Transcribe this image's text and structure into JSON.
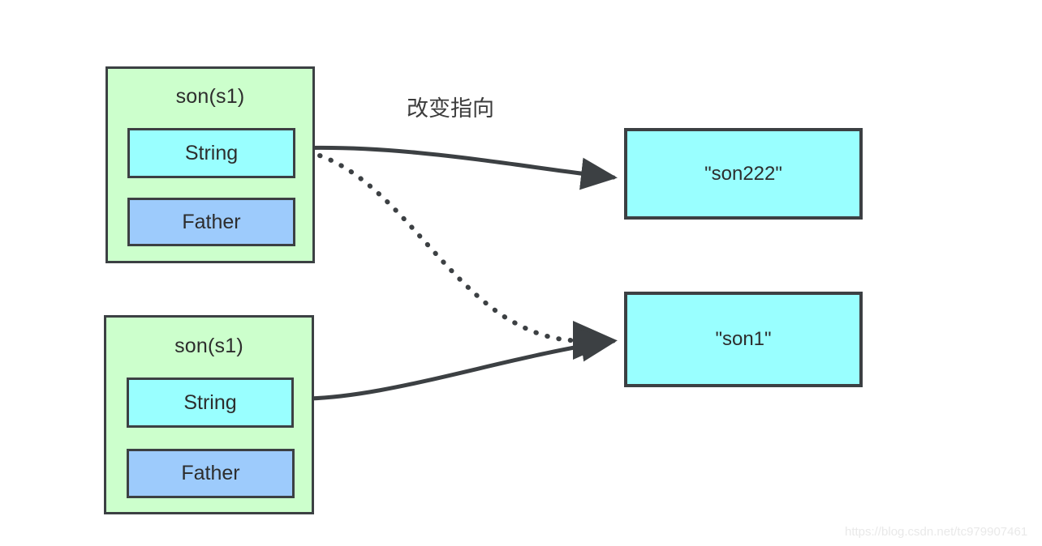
{
  "diagram": {
    "annotation": "改变指向",
    "watermark": "https://blog.csdn.net/tc979907461",
    "colors": {
      "object_fill": "#ccffcc",
      "string_fill": "#99ffff",
      "father_fill": "#9dcbfc",
      "value_fill": "#99ffff",
      "stroke": "#3c4043",
      "text": "#2d2d2d",
      "background": "#ffffff"
    },
    "objects": [
      {
        "title": "son(s1)",
        "fields": [
          {
            "label": "String",
            "type": "string"
          },
          {
            "label": "Father",
            "type": "father"
          }
        ]
      },
      {
        "title": "son(s1)",
        "fields": [
          {
            "label": "String",
            "type": "string"
          },
          {
            "label": "Father",
            "type": "father"
          }
        ]
      }
    ],
    "values": [
      {
        "label": "\"son222\""
      },
      {
        "label": "\"son1\""
      }
    ],
    "edges": [
      {
        "name": "top-string-to-son222",
        "style": "solid",
        "from": "object-1-string",
        "to": "value-son222"
      },
      {
        "name": "top-string-to-son1",
        "style": "dotted",
        "from": "object-1-string",
        "to": "value-son1"
      },
      {
        "name": "bottom-string-to-son1",
        "style": "solid",
        "from": "object-2-string",
        "to": "value-son1"
      }
    ]
  }
}
